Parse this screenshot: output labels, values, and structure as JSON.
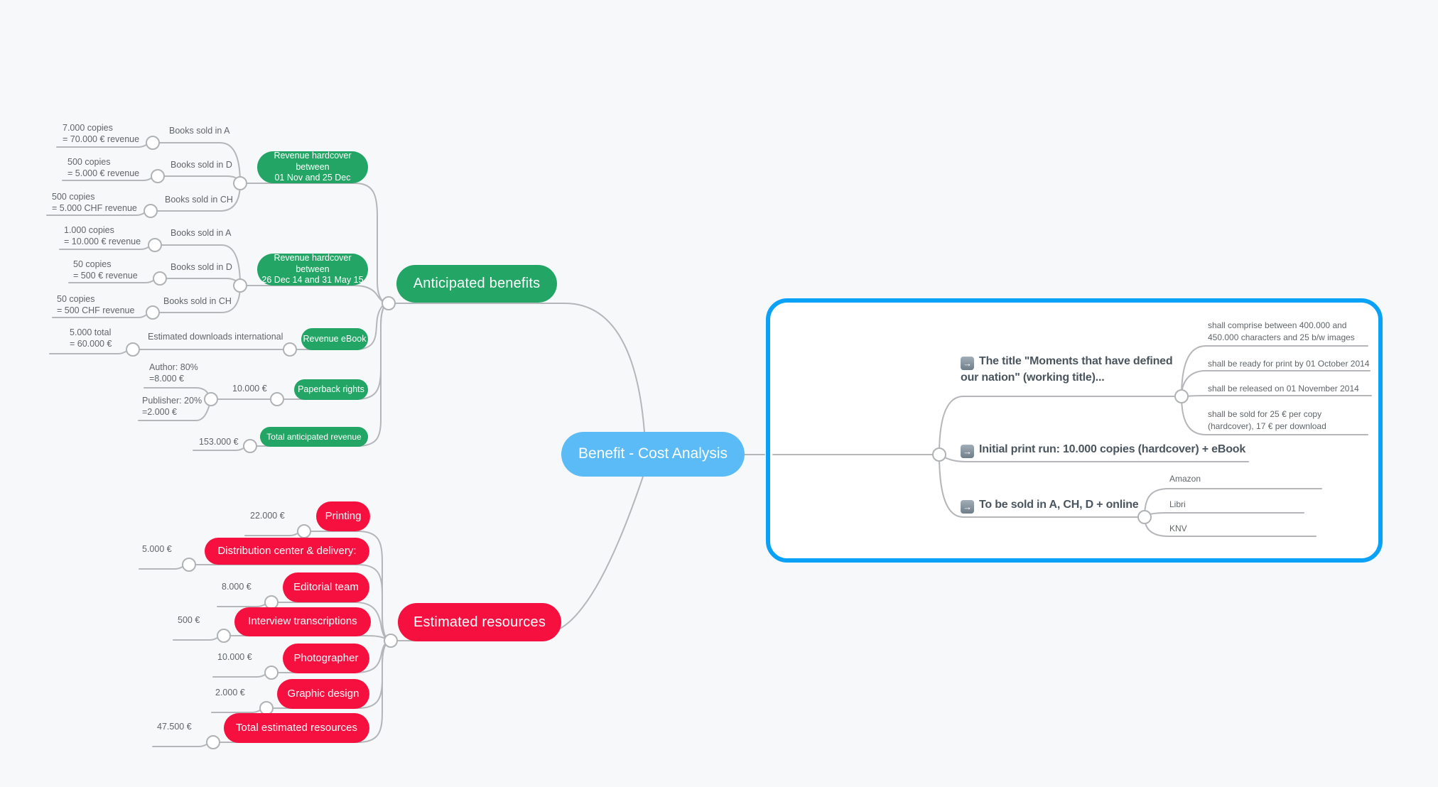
{
  "colors": {
    "background": "#f7f8fa",
    "root_blue": "#5bbbf7",
    "benefit_green": "#22a565",
    "resource_red": "#f6103f",
    "boundary_blue": "#0aa2f6",
    "connector_gray": "#b4b6b9"
  },
  "root": {
    "label": "Benefit - Cost Analysis"
  },
  "anticipated_benefits": {
    "label": "Anticipated benefits",
    "hardcover_nov_dec": {
      "label": "Revenue hardcover between\n01 Nov and 25 Dec",
      "books_a": {
        "label": "Books sold in A",
        "value": "7.000 copies\n= 70.000 € revenue"
      },
      "books_d": {
        "label": "Books sold in D",
        "value": "500 copies\n= 5.000 € revenue"
      },
      "books_ch": {
        "label": "Books sold in CH",
        "value": "500 copies\n= 5.000 CHF revenue"
      }
    },
    "hardcover_dec_may": {
      "label": "Revenue hardcover between\n26 Dec 14 and 31 May 15",
      "books_a": {
        "label": "Books sold in A",
        "value": "1.000 copies\n= 10.000 € revenue"
      },
      "books_d": {
        "label": "Books sold in D",
        "value": "50 copies\n= 500 € revenue"
      },
      "books_ch": {
        "label": "Books sold in CH",
        "value": "50 copies\n= 500 CHF revenue"
      }
    },
    "ebook": {
      "label": "Revenue eBook",
      "downloads": {
        "label": "Estimated downloads international",
        "value": "5.000 total\n= 60.000 €"
      }
    },
    "paperback": {
      "label": "Paperback rights",
      "value": "10.000 €",
      "author": "Author: 80%\n=8.000 €",
      "publisher": "Publisher: 20%\n=2.000 €"
    },
    "total": {
      "label": "Total anticipated revenue",
      "value": "153.000 €"
    }
  },
  "estimated_resources": {
    "label": "Estimated resources",
    "items": [
      {
        "label": "Printing",
        "value": "22.000 €"
      },
      {
        "label": "Distribution center & delivery:",
        "value": "5.000 €"
      },
      {
        "label": "Editorial team",
        "value": "8.000 €"
      },
      {
        "label": "Interview transcriptions",
        "value": "500 €"
      },
      {
        "label": "Photographer",
        "value": "10.000 €"
      },
      {
        "label": "Graphic design",
        "value": "2.000 €"
      },
      {
        "label": "Total estimated resources",
        "value": "47.500 €"
      }
    ]
  },
  "project_details": {
    "title_item": {
      "label": "The title \"Moments that have defined\nour nation\" (working title)...",
      "specs": [
        "shall comprise between 400.000 and\n450.000 characters and 25 b/w images",
        "shall be ready for print by 01 October 2014",
        "shall be released on 01 November 2014",
        "shall be sold for 25 € per copy\n(hardcover), 17 € per download"
      ]
    },
    "print_run_item": {
      "label": "Initial print run: 10.000 copies (hardcover) + eBook"
    },
    "sales_item": {
      "label": "To be sold in A, CH, D + online",
      "channels": [
        "Amazon",
        "Libri",
        "KNV"
      ]
    },
    "arrow_icon": "→"
  }
}
